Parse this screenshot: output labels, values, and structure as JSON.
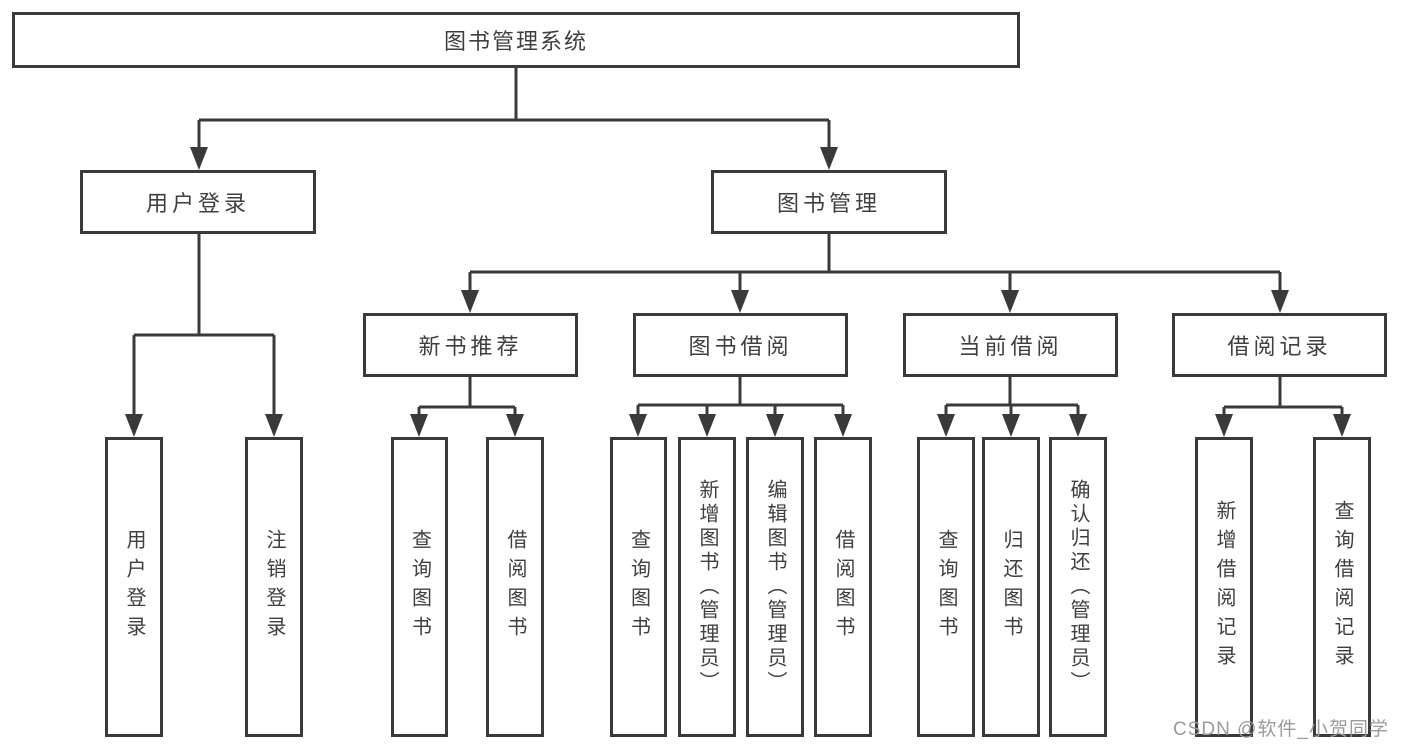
{
  "diagram_title": "图书管理系统",
  "tree": {
    "label": "图书管理系统",
    "children": [
      {
        "label": "用户登录",
        "children": [
          {
            "label": "用户登录"
          },
          {
            "label": "注销登录"
          }
        ]
      },
      {
        "label": "图书管理",
        "children": [
          {
            "label": "新书推荐",
            "children": [
              {
                "label": "查询图书"
              },
              {
                "label": "借阅图书"
              }
            ]
          },
          {
            "label": "图书借阅",
            "children": [
              {
                "label": "查询图书"
              },
              {
                "label": "新增图书（管理员）"
              },
              {
                "label": "编辑图书（管理员）"
              },
              {
                "label": "借阅图书"
              }
            ]
          },
          {
            "label": "当前借阅",
            "children": [
              {
                "label": "查询图书"
              },
              {
                "label": "归还图书"
              },
              {
                "label": "确认归还（管理员）"
              }
            ]
          },
          {
            "label": "借阅记录",
            "children": [
              {
                "label": "新增借阅记录"
              },
              {
                "label": "查询借阅记录"
              }
            ]
          }
        ]
      }
    ]
  },
  "watermark": "CSDN @软件_小贺同学",
  "colors": {
    "line": "#3a3a3a",
    "text": "#3f3f3f",
    "background": "#ffffff",
    "watermark": "#9b9b9b"
  }
}
